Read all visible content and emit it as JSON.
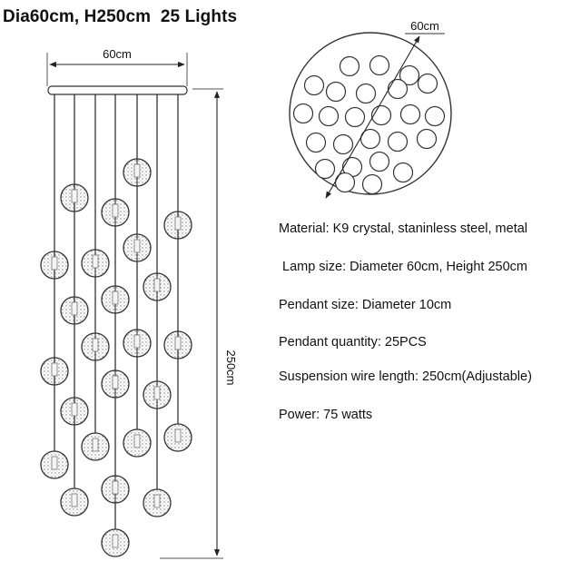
{
  "title": "Dia60cm, H250cm  25 Lights",
  "dimensions": {
    "top_width_label": "60cm",
    "height_label": "250cm",
    "circle_diameter_label": "60cm"
  },
  "specs": [
    {
      "label": "Material",
      "value": "K9 crystal, staninless steel, metal"
    },
    {
      "label": "Lamp size",
      "value": "Diameter 60cm, Height 250cm"
    },
    {
      "label": "Pendant size",
      "value": "Diameter 10cm"
    },
    {
      "label": "Pendant quantity",
      "value": "25PCS"
    },
    {
      "label": "Suspension wire length",
      "value": "250cm(Adjustable)"
    },
    {
      "label": "Power",
      "value": "75 watts"
    }
  ]
}
